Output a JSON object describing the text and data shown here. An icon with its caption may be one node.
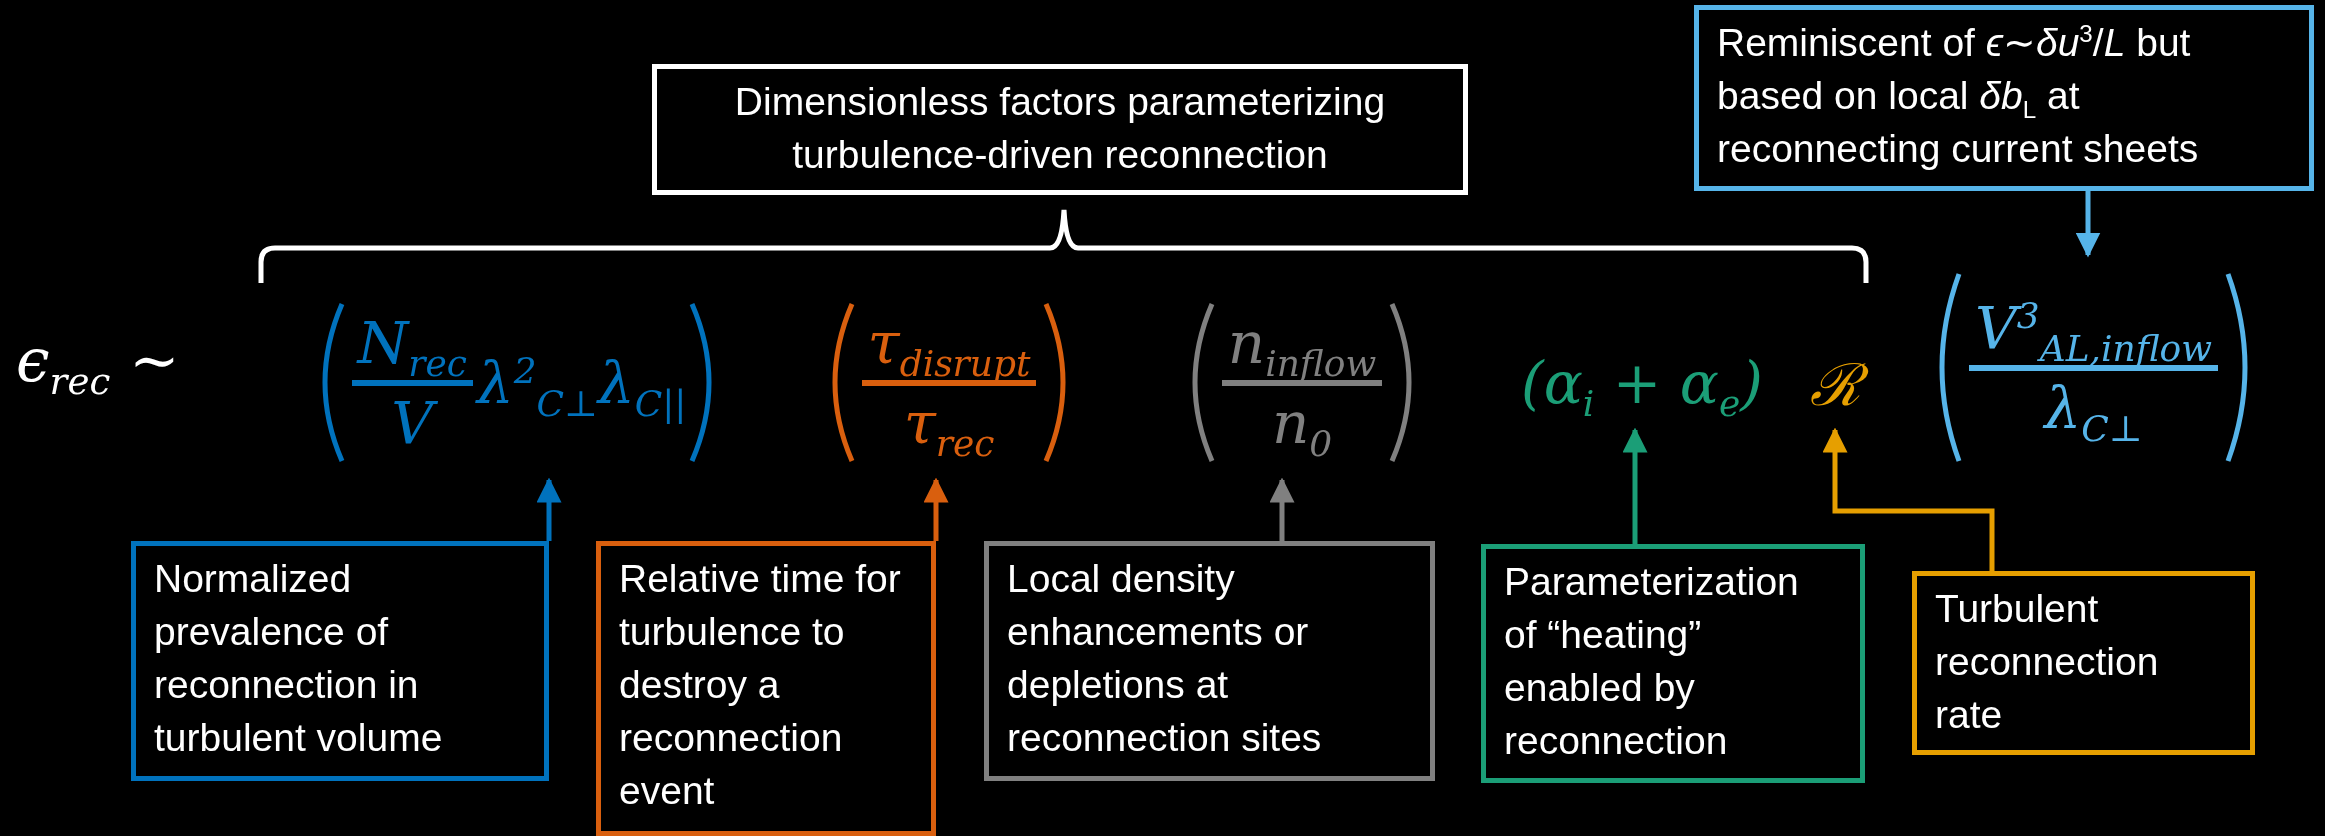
{
  "diagram": {
    "nodes": [
      {
        "text": [
          "Dimensionless factors parameterizing turbulence-driven reconnection"
        ]
      },
      {
        "text": [
          "Reminiscent of *ϵ*∼*δu*$^{3}$/*L* but based on local *δb*$_{L}$ at reconnecting current sheets"
        ]
      },
      {
        "text": [
          "N$_{rec}$",
          "V",
          "λ$^{2}$$_{C⊥}$λ$_{C||}$"
        ]
      },
      {
        "text": [
          "τ$_{disrupt}$",
          "τ$_{rec}$"
        ]
      },
      {
        "text": [
          "n$_{inflow}$",
          "n$_{0}$"
        ]
      },
      {
        "text": [
          "(α$_{i}$ + α$_{e}$)"
        ]
      },
      {
        "text": [
          "ℛ"
        ]
      },
      {
        "text": [
          "V$^{3}$$_{AL,inflow}$",
          "λ$_{C⊥}$"
        ]
      },
      {
        "text": [
          "Normalized prevalence of reconnection in turbulent volume"
        ]
      },
      {
        "text": [
          "Relative time for turbulence to destroy a reconnection event"
        ]
      },
      {
        "text": [
          "Local density enhancements or depletions at reconnection sites"
        ]
      },
      {
        "text": [
          "Parameterization of “heating” enabled by reconnection"
        ]
      },
      {
        "text": [
          "Turbulent reconnection rate"
        ]
      }
    ],
    "edges": [
      {
        "from": 1,
        "to": 7,
        "arrow": "to",
        "color": "#56b4e9"
      },
      {
        "from": 8,
        "to": 2,
        "arrow": "to",
        "color": "#0072bd"
      },
      {
        "from": 9,
        "to": 3,
        "arrow": "to",
        "color": "#d95f0e"
      },
      {
        "from": 10,
        "to": 4,
        "arrow": "to",
        "color": "#808080"
      },
      {
        "from": 11,
        "to": 5,
        "arrow": "to",
        "color": "#1b9e77"
      },
      {
        "from": 12,
        "to": 6,
        "arrow": "to",
        "color": "#e69f00"
      }
    ],
    "labels": [
      "ϵ$_{rec}$ ∼"
    ]
  }
}
